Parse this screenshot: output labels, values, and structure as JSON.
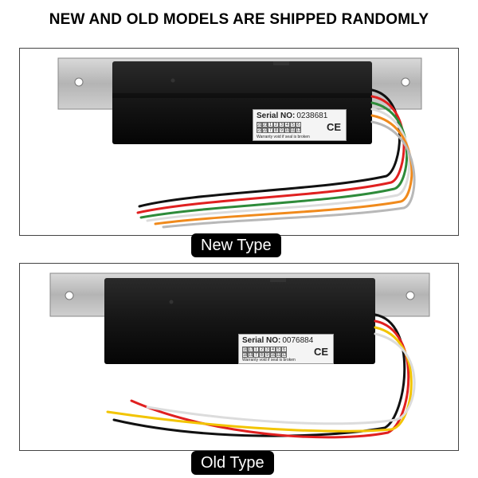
{
  "headline": "NEW AND OLD MODELS ARE SHIPPED RANDOMLY",
  "new_type": {
    "label": "New Type",
    "serial_label": "Serial NO:",
    "serial_number": "0238681",
    "grid": [
      "20",
      "21",
      "1",
      "2",
      "3",
      "4",
      "5",
      "6",
      "22",
      "22",
      "7",
      "8",
      "9",
      "10",
      "11",
      "12"
    ],
    "warranty": "Warranty void if seal is broken",
    "mark": "CE",
    "wires": [
      "#111111",
      "#e02020",
      "#2e8b3a",
      "#ffffff",
      "#f08a1c",
      "#b8b8b8"
    ]
  },
  "old_type": {
    "label": "Old Type",
    "serial_label": "Serial NO:",
    "serial_number": "0076884",
    "grid": [
      "16",
      "17",
      "1",
      "2",
      "3",
      "4",
      "5",
      "6",
      "18",
      "19",
      "7",
      "8",
      "9",
      "10",
      "11",
      "12"
    ],
    "warranty": "Warranty void if seal is broken",
    "mark": "CE",
    "wires": [
      "#111111",
      "#e02020",
      "#f2c400",
      "#ffffff"
    ]
  }
}
